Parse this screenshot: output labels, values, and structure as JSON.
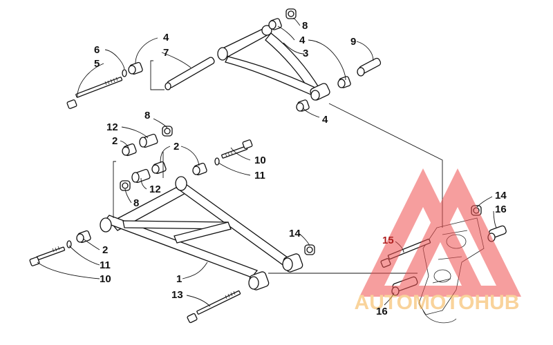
{
  "diagram": {
    "callouts": {
      "c1": "1",
      "c2a": "2",
      "c2b": "2",
      "c2c": "2",
      "c3": "3",
      "c4a": "4",
      "c4b": "4",
      "c4c": "4",
      "c5": "5",
      "c6": "6",
      "c7": "7",
      "c8a": "8",
      "c8b": "8",
      "c8c": "8",
      "c9": "9",
      "c10a": "10",
      "c10b": "10",
      "c11a": "11",
      "c11b": "11",
      "c12a": "12",
      "c12b": "12",
      "c13": "13",
      "c14a": "14",
      "c14b": "14",
      "c15": "15",
      "c16a": "16",
      "c16b": "16"
    },
    "colors": {
      "line": "#111111",
      "watermark_red": "#f05050",
      "watermark_orange": "#f5b04a",
      "watermark_gray": "#8a8a8a",
      "callout_red": "#b02020"
    }
  },
  "watermark": {
    "logo_text": "AUTOMOTOHUB"
  }
}
